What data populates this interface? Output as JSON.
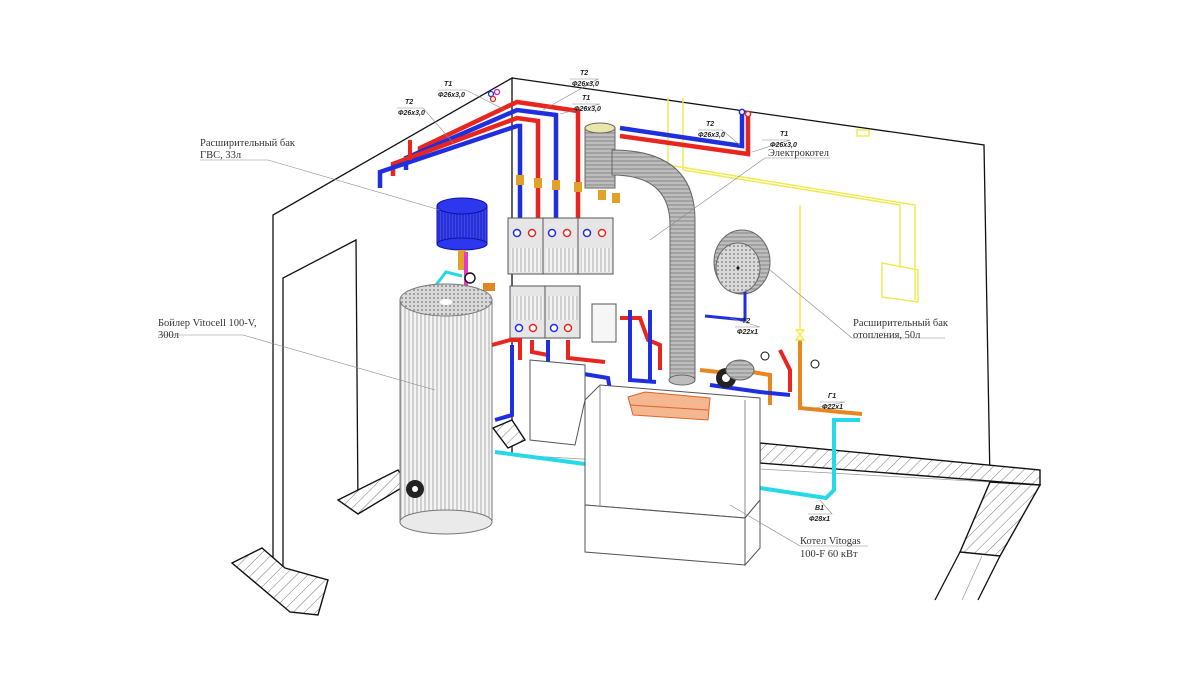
{
  "diagram": {
    "title": "Boiler room isometric piping scheme",
    "colors": {
      "supply_hot": "#e8261f",
      "return_cold": "#1f2fe0",
      "cold_water": "#27d8e6",
      "gas_line": "#e8861f",
      "fitting_brass": "#e3a12a",
      "electrical": "#f0e94a",
      "dhw_expansion_tank": "#1d25e8",
      "burner_box": "#e0622a",
      "equipment_gray": "#9a9a9a"
    },
    "callouts": [
      {
        "id": "dhw-expansion-tank",
        "lines": [
          "Расширительный бак",
          "ГВС, 33л"
        ]
      },
      {
        "id": "water-heater",
        "lines": [
          "Бойлер Vitocell 100-V,",
          "300л"
        ]
      },
      {
        "id": "electric-boiler",
        "lines": [
          "Электрокотел"
        ]
      },
      {
        "id": "heating-expansion-tank",
        "lines": [
          "Расширительный бак",
          "отопления, 50л"
        ]
      },
      {
        "id": "gas-boiler",
        "lines": [
          "Котел Vitogas",
          "100-F 60 кВт"
        ]
      }
    ],
    "pipe_labels": [
      {
        "id": "t2-left",
        "code": "T2",
        "size": "Ф26х3,0"
      },
      {
        "id": "t1-top-left",
        "code": "T1",
        "size": "Ф26х3,0"
      },
      {
        "id": "t2-top-mid",
        "code": "T2",
        "size": "Ф26х3,0"
      },
      {
        "id": "t1-top-mid",
        "code": "T1",
        "size": "Ф26х3,0"
      },
      {
        "id": "t2-top-right",
        "code": "T2",
        "size": "Ф26х3,0"
      },
      {
        "id": "t1-top-right",
        "code": "T1",
        "size": "Ф26х3,0"
      },
      {
        "id": "t2-right",
        "code": "T2",
        "size": "Ф22х1"
      },
      {
        "id": "g1-gas",
        "code": "Г1",
        "size": "Ф22х1"
      },
      {
        "id": "v1-water",
        "code": "В1",
        "size": "Ф28х1"
      }
    ]
  }
}
